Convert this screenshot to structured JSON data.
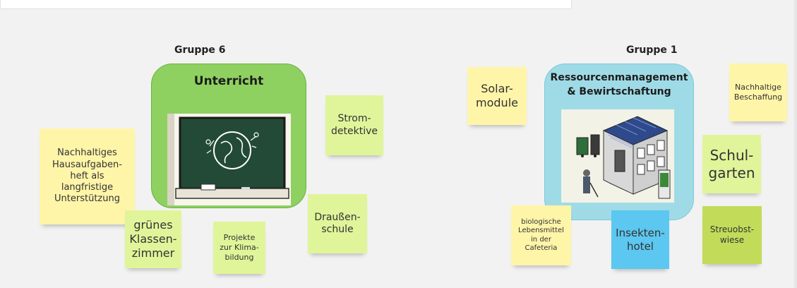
{
  "colors": {
    "background": "#f2f2f2",
    "card_green": "#8fd161",
    "card_green_border": "#6db043",
    "card_blue": "#9fdbe6",
    "card_blue_border": "#7ec8d6",
    "note_yellow": "#fff5a8",
    "note_lime": "#e0f59a",
    "note_blue": "#5cc7f0",
    "note_olive": "#c2dc5a"
  },
  "groups": [
    {
      "title": "Gruppe 6",
      "card_title": "Unterricht",
      "picture": "chalkboard-with-globe"
    },
    {
      "title": "Gruppe 1",
      "card_title": "Ressourcenmanagement\n& Bewirtschaftung",
      "picture": "school-building-with-solar-roof"
    }
  ],
  "notes": {
    "n1": "Nachhaltiges\nHausaufgaben-\nheft als\nlangfristige\nUnterstützung",
    "n2": "grünes\nKlassen-\nzimmer",
    "n3": "Projekte\nzur Klima-\nbildung",
    "n4": "Strom-\ndetektive",
    "n5": "Draußen-\nschule",
    "n6": "Solar-\nmodule",
    "n7": "Nachhaltige\nBeschaffung",
    "n8": "Schul-\ngarten",
    "n9": "biologische\nLebensmittel\nin der\nCafeteria",
    "n10": "Insekten-\nhotel",
    "n11": "Streuobst-\nwiese"
  }
}
